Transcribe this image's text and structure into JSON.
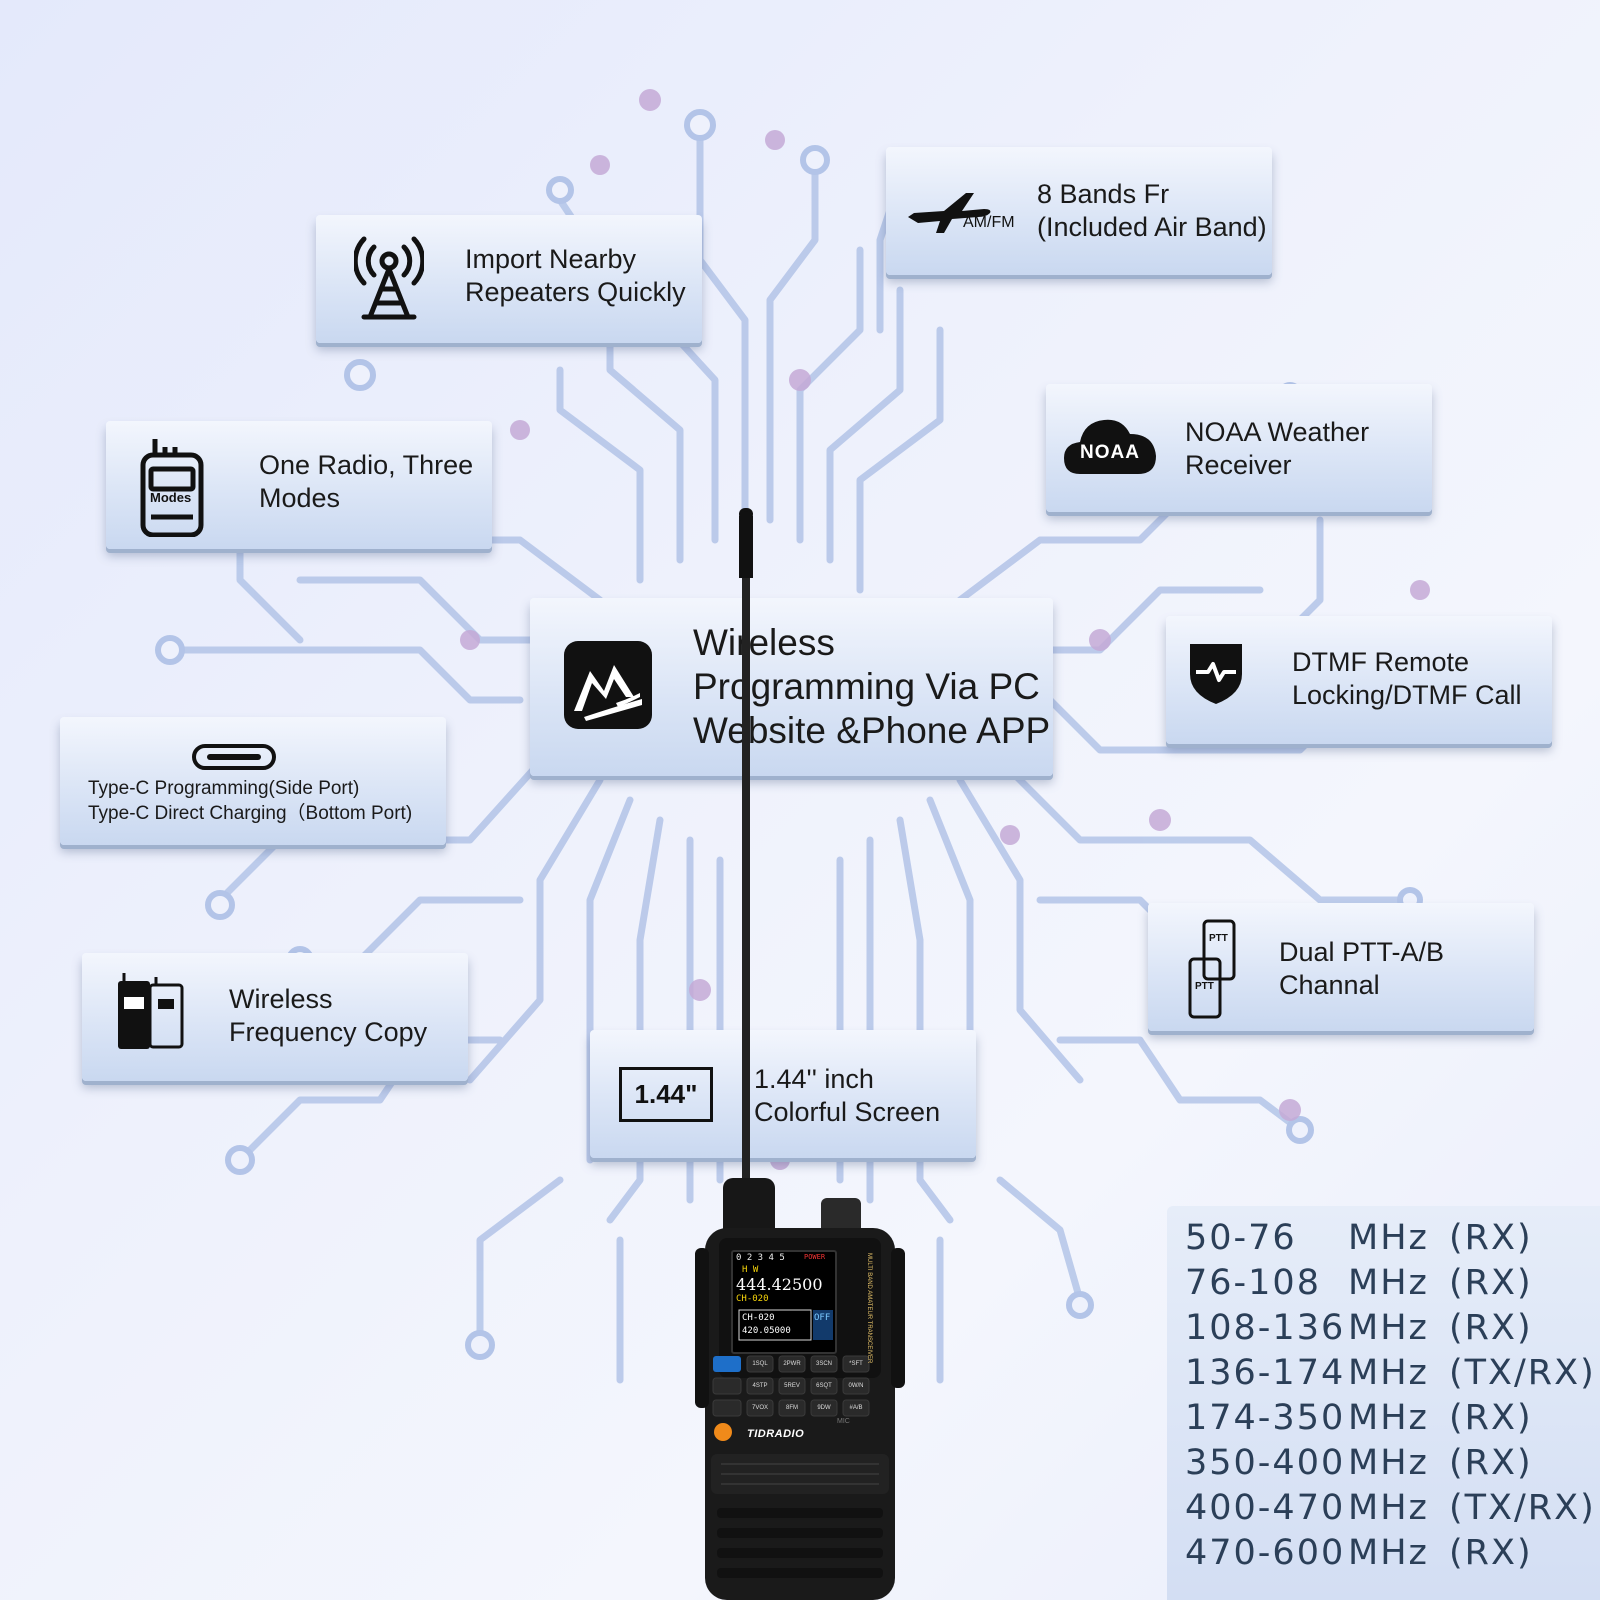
{
  "features": {
    "repeaters": {
      "line1": "Import Nearby",
      "line2": "Repeaters Quickly"
    },
    "bands": {
      "line1": "8 Bands Fr",
      "line2": "(Included Air Band)",
      "icon_label": "AM/FM"
    },
    "modes": {
      "line1": "One Radio, Three",
      "line2": "Modes",
      "icon_label": "Modes"
    },
    "noaa": {
      "line1": "NOAA Weather",
      "line2": "Receiver",
      "icon_label": "NOAA"
    },
    "wireless_programming": {
      "line1": "Wireless",
      "line2": "Programming Via PC",
      "line3": "Website &Phone APP"
    },
    "dtmf": {
      "line1": "DTMF Remote",
      "line2": "Locking/DTMF Call"
    },
    "typec": {
      "line1": "Type-C Programming(Side Port)",
      "line2": "Type-C Direct Charging（Bottom Port)"
    },
    "dual_ptt": {
      "line1": "Dual PTT-A/B",
      "line2": "Channal",
      "icon_label": "PTT"
    },
    "freq_copy": {
      "line1": "Wireless",
      "line2": "Frequency Copy"
    },
    "screen": {
      "line1": "1.44'' inch",
      "line2": "Colorful Screen",
      "icon_label": "1.44\""
    }
  },
  "frequency_table": [
    {
      "range": "50-76",
      "unit": "MHz",
      "mode": "(RX)"
    },
    {
      "range": "76-108",
      "unit": "MHz",
      "mode": "(RX)"
    },
    {
      "range": "108-136",
      "unit": "MHz",
      "mode": "(RX)"
    },
    {
      "range": "136-174",
      "unit": "MHz",
      "mode": "(TX/RX)"
    },
    {
      "range": "174-350",
      "unit": "MHz",
      "mode": "(RX)"
    },
    {
      "range": "350-400",
      "unit": "MHz",
      "mode": "(RX)"
    },
    {
      "range": "400-470",
      "unit": "MHz",
      "mode": "(TX/RX)"
    },
    {
      "range": "470-600",
      "unit": "MHz",
      "mode": "(RX)"
    }
  ],
  "radio": {
    "brand": "TIDRADIO",
    "side_label": "MULTI BAND AMATEUR TRANSCEIVER",
    "power_label": "POWER",
    "mic_label": "MIC",
    "screen": {
      "channels": "0 2 3 4 5",
      "flags": "H W",
      "freq_a": "444.42500",
      "ch_a": "CH-020",
      "ch_b": "CH-020",
      "freq_b": "420.05000",
      "status": "OFF"
    },
    "keys": [
      "1SQL",
      "2PWR",
      "3SCN",
      "*SFT",
      "4STP",
      "5REV",
      "6SQT",
      "0W/N",
      "7VOX",
      "8FM",
      "9DW",
      "#A/B"
    ]
  },
  "colors": {
    "circuit": "#b3c4e8",
    "circuit_dot": "#c4a9d6",
    "card_border": "#9fb1cd",
    "text": "#1a1a1a",
    "freq_text": "#2b3f58"
  }
}
